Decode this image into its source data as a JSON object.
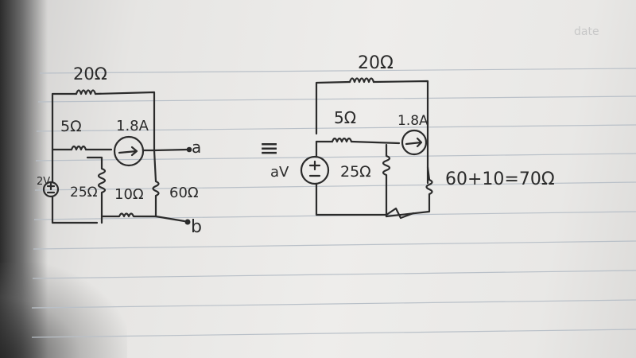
{
  "header": {
    "date_label": "date"
  },
  "left_circuit": {
    "r_top": "20Ω",
    "r_mid": "5Ω",
    "current_source": "1.8A",
    "r_left_vertical": "25Ω",
    "r_bottom": "10Ω",
    "r_right_vertical": "60Ω",
    "voltage_source": "2V",
    "terminal_a": "a",
    "terminal_b": "b"
  },
  "equivalence_sign": "≡",
  "right_circuit": {
    "r_top": "20Ω",
    "r_mid": "5Ω",
    "current_source": "1.8A",
    "voltage_source": "aV",
    "r_vertical": "25Ω",
    "r_equivalent": "60+10=70Ω"
  }
}
